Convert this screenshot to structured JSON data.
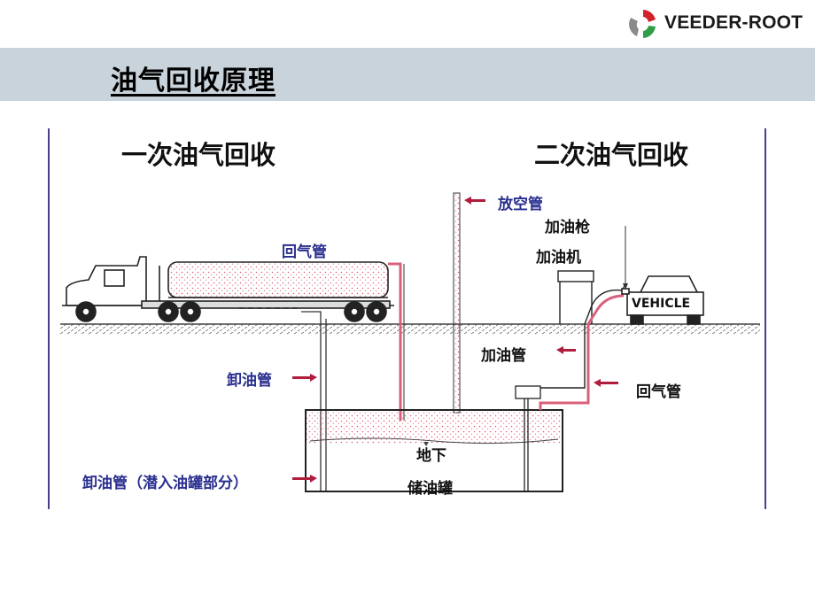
{
  "logo": {
    "text": "VEEDER-ROOT",
    "icon": "veeder-root-logo-icon",
    "colors": [
      "#d2232a",
      "#2e9e48",
      "#8a8a8a"
    ]
  },
  "slide": {
    "title": "油气回收原理"
  },
  "sections": {
    "primary": "一次油气回收",
    "secondary": "二次油气回收"
  },
  "labels": {
    "return_gas_pipe_top": "回气管",
    "vent_pipe": "放空管",
    "nozzle": "加油枪",
    "dispenser": "加油机",
    "vehicle": "VEHICLE",
    "fuel_pipe": "加油管",
    "return_gas_pipe_right": "回气管",
    "unload_pipe": "卸油管",
    "unload_pipe_submerged": "卸油管（潜入油罐部分）",
    "tank_line1": "地下",
    "tank_line2": "储油罐"
  },
  "colors": {
    "header_band": "#c9d3db",
    "label_blue": "#2a2f8f",
    "arrow_red": "#b01c3c",
    "vapor_pink": "#d9607a"
  }
}
